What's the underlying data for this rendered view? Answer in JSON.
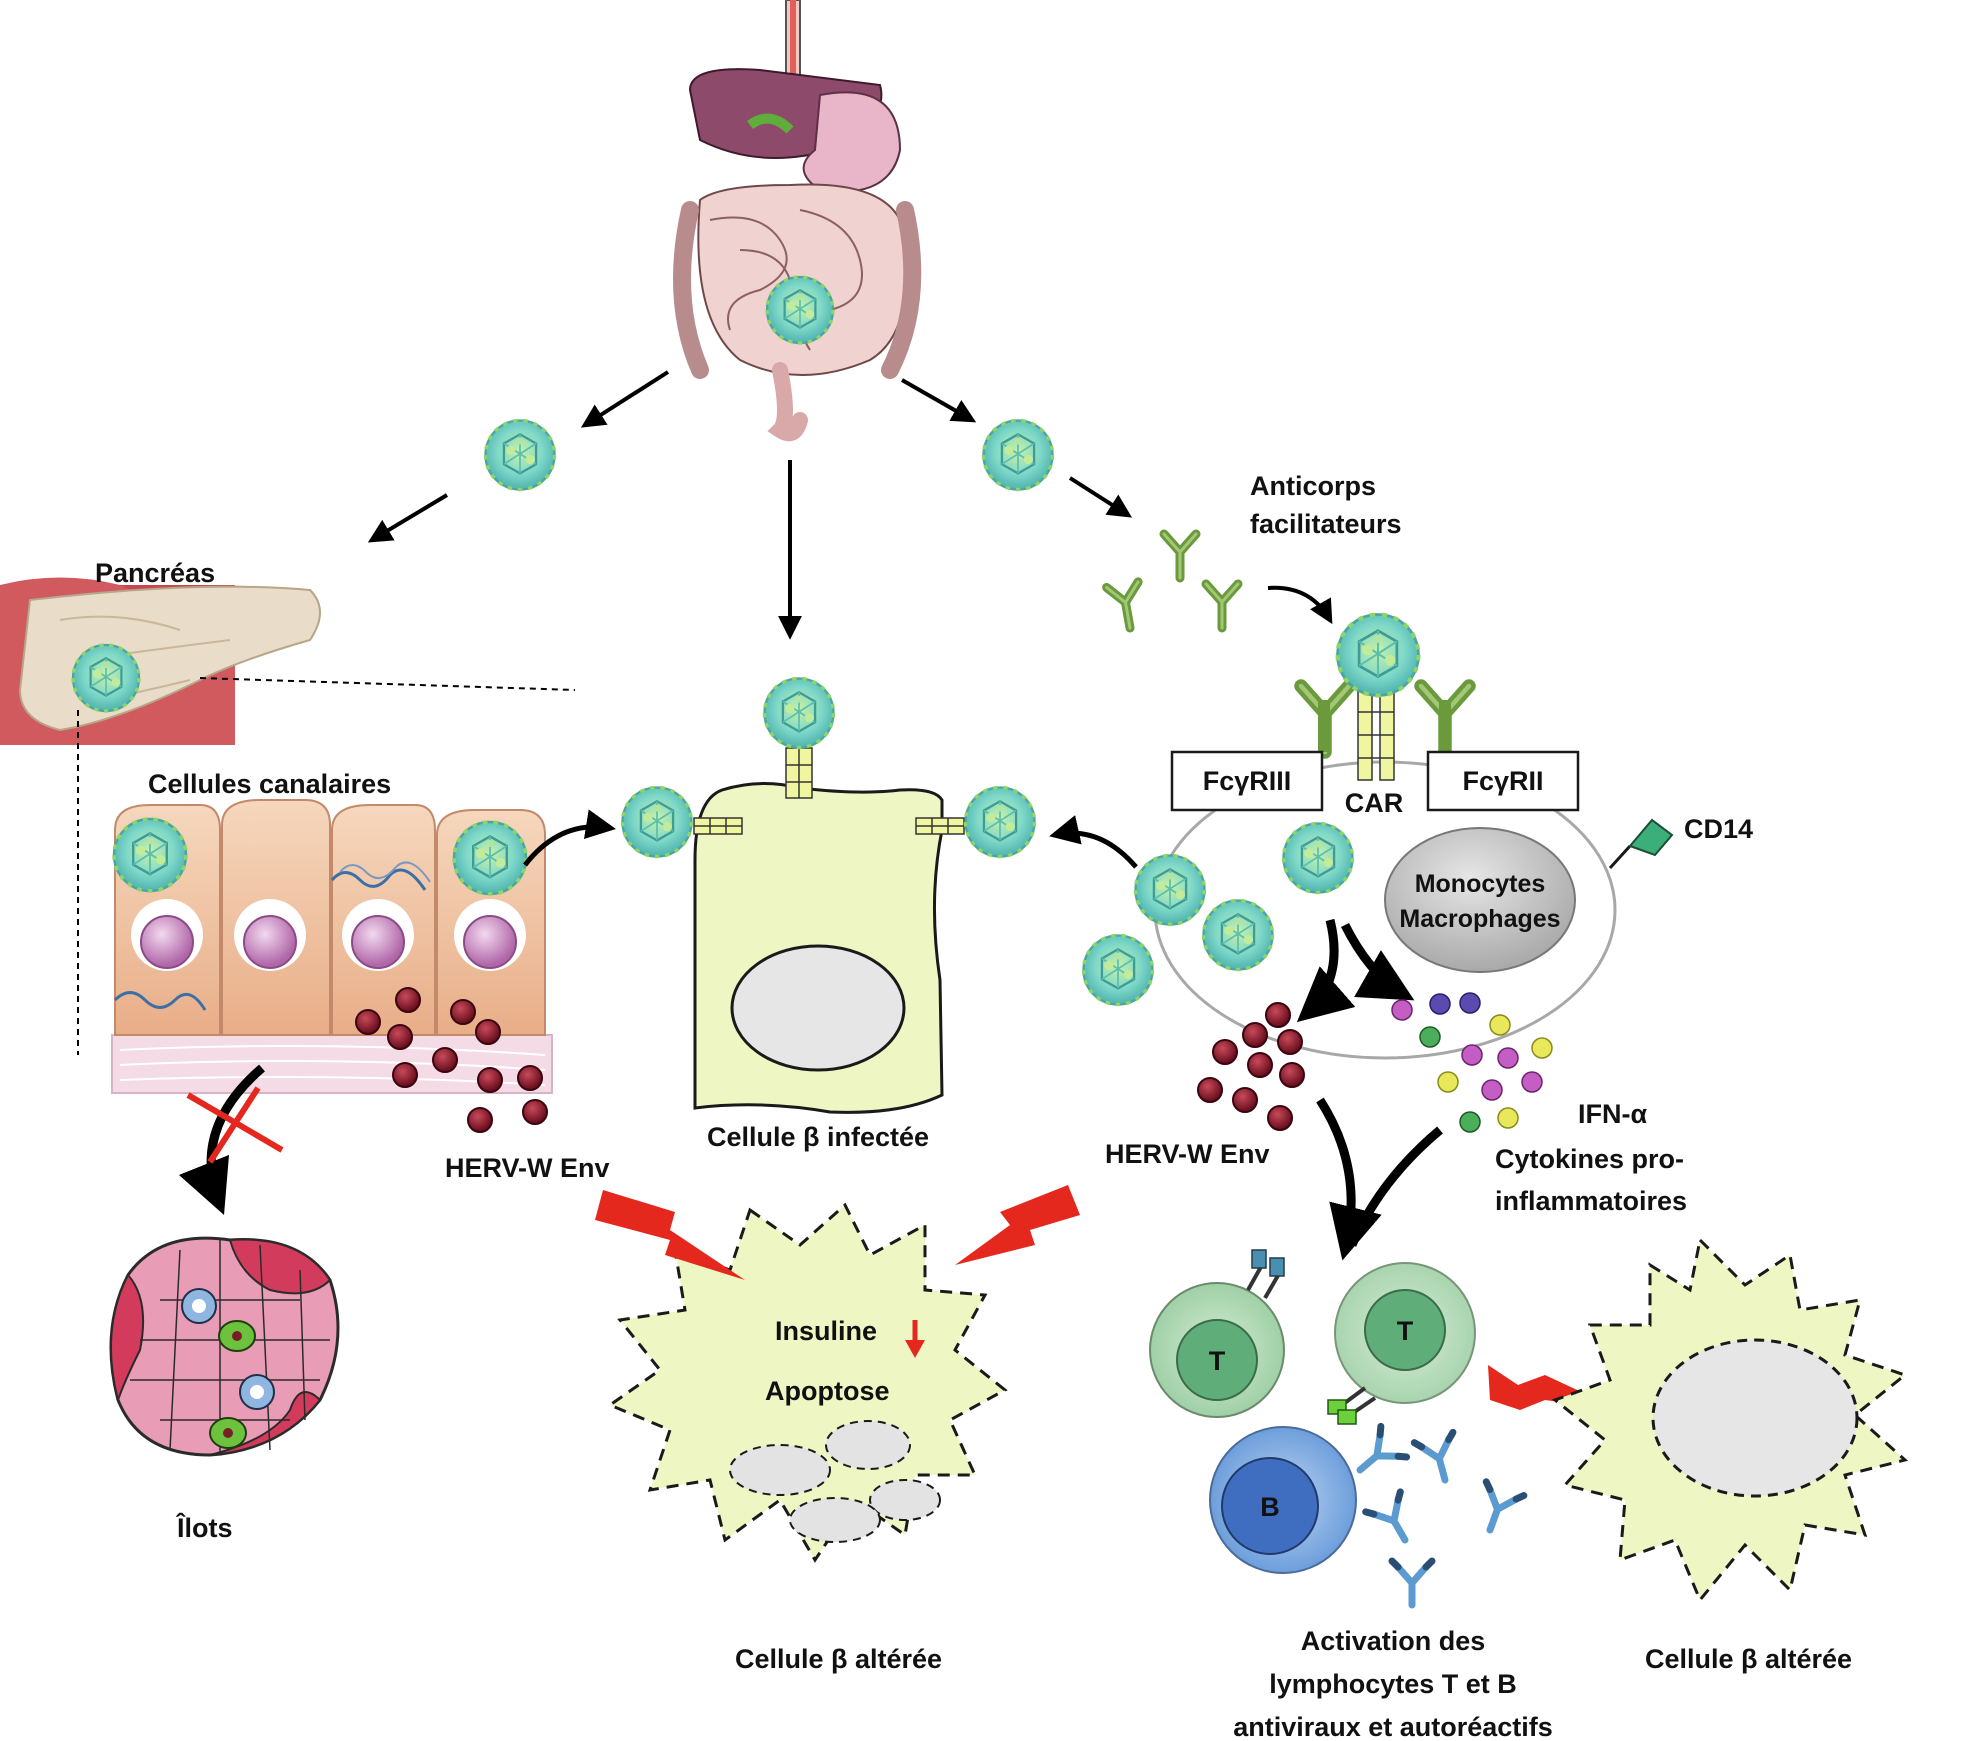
{
  "labels": {
    "pancreas": "Pancréas",
    "ductal_cells": "Cellules canalaires",
    "islets": "Îlots",
    "herv_left": "HERV-W Env",
    "infected_cell": "Cellule β infectée",
    "antibodies_line1": "Anticorps",
    "antibodies_line2": "facilitateurs",
    "fc_gamma_r3": "FcγRIII",
    "car": "CAR",
    "fc_gamma_r2": "FcγRII",
    "cd14": "CD14",
    "monocytes": "Monocytes",
    "macrophages": "Macrophages",
    "herv_right": "HERV-W Env",
    "ifn": "IFN-α",
    "cytokines_line1": "Cytokines pro-",
    "cytokines_line2": "inflammatoires",
    "insulin": "Insuline",
    "apoptosis": "Apoptose",
    "altered_cell_1": "Cellule β altérée",
    "altered_cell_2": "Cellule β altérée",
    "activation_line1": "Activation des",
    "activation_line2": "lymphocytes T et B",
    "activation_line3": "antiviraux et autoréactifs",
    "t_cell_1": "T",
    "t_cell_2": "T",
    "b_cell": "B"
  },
  "colors": {
    "virus": "#7ed8c8",
    "virus_dark": "#3fa8a0",
    "beta_cell": "#eef7c3",
    "herv_particle": "#8b1a2b",
    "antibody_green": "#6a9a3c",
    "antibody_blue": "#5b9bd0",
    "lightning": "#e5281e",
    "arrow": "#000000"
  }
}
